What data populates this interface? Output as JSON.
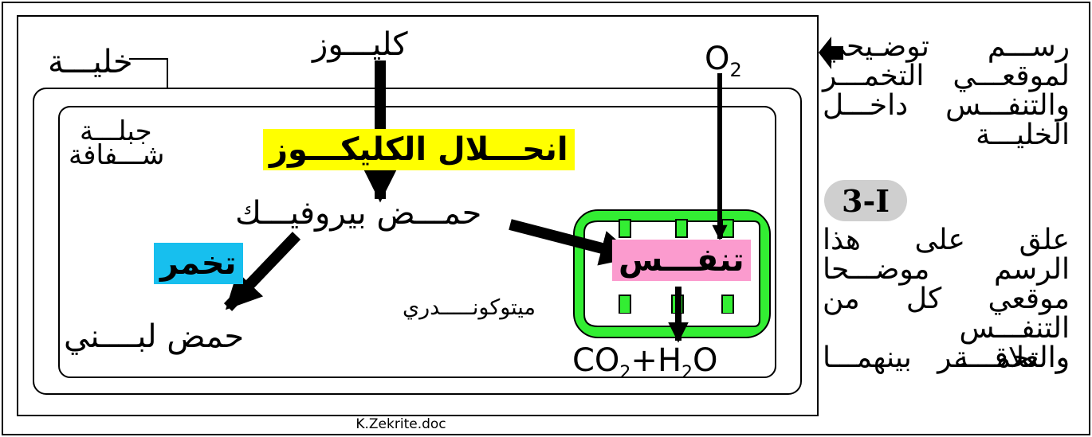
{
  "diagram": {
    "labels": {
      "cell": "خليـــة",
      "glucose": "كليـــوز",
      "membrane_line1": "جبلـــة",
      "membrane_line2": "شـــفافة",
      "pyruvic_acid": "حمـــض بيروفيـــك",
      "lactic_acid": "حمض لبــــني",
      "mitochondria": "ميتوكونـــــدري",
      "oxygen": "O",
      "oxygen_sub": "2",
      "products_co": "CO",
      "products_sub1": "2",
      "products_plus_h": "+H",
      "products_sub2": "2",
      "products_o": "O"
    },
    "highlights": {
      "glycolysis": "انحـــلال الكليكـــوز",
      "fermentation": "تخمر",
      "respiration": "تنفـــس"
    },
    "colors": {
      "glycolysis_bg": "#ffff00",
      "fermentation_bg": "#17bfee",
      "respiration_bg": "#fb9bce",
      "mitochondria_fill": "#33ee33",
      "badge_bg": "#cfcfcf"
    }
  },
  "side": {
    "description_lines": [
      "رســـم توضـيحي",
      "لموقعـــي التخمـــر",
      "والتنفـــس داخـــل",
      "الخليـــة"
    ],
    "badge": "3-I",
    "question_lines": [
      "علق على هذا",
      "الرسم موضـــحا",
      "موقعي كل من",
      "التنفـــس والتخمـــــر",
      "والعلاقـــة بينهمـــا"
    ]
  },
  "footer": "K.Zekrite.doc"
}
